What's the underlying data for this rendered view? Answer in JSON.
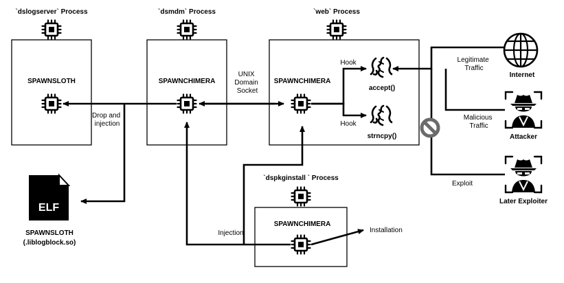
{
  "processes": {
    "dslogserver": {
      "title": "`dslogserver` Process",
      "component": "SPAWNSLOTH"
    },
    "dsmdm": {
      "title": "`dsmdm` Process",
      "component": "SPAWNCHIMERA"
    },
    "web": {
      "title": "`web` Process",
      "component": "SPAWNCHIMERA"
    },
    "dspkginstall": {
      "title": "`dspkginstall ` Process",
      "component": "SPAWNCHIMERA"
    }
  },
  "hooks": {
    "hook_label": "Hook",
    "accept": "accept()",
    "strncpy": "strncpy()"
  },
  "edge_labels": {
    "unix_line1": "UNIX",
    "unix_line2": "Domain",
    "unix_line3": "Socket",
    "drop_line1": "Drop and",
    "drop_line2": "injection",
    "injection": "Injection",
    "installation": "Installation",
    "legit_line1": "Legitimate",
    "legit_line2": "Traffic",
    "malicious_line1": "Malicious",
    "malicious_line2": "Traffic",
    "exploit": "Exploit"
  },
  "actors": {
    "internet": "Internet",
    "attacker": "Attacker",
    "later_exploiter": "Later Exploiter"
  },
  "elf": {
    "badge": "ELF",
    "name": "SPAWNSLOTH",
    "file": "(.liblogblock.so)"
  },
  "icons": [
    "chip-icon",
    "hook-icon",
    "globe-icon",
    "spy-icon",
    "no-entry-icon",
    "elf-file-icon"
  ],
  "colors": {
    "ink": "#000000",
    "blocked": "#6b6b6b",
    "paper": "#ffffff"
  }
}
